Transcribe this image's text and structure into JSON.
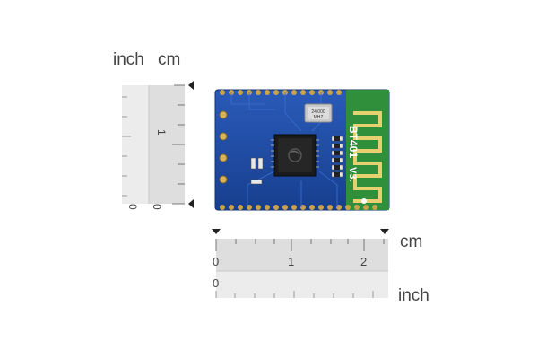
{
  "vertical_ruler": {
    "inch_label": "inch",
    "cm_label": "cm",
    "cm_one": "1",
    "zero_inch": "0",
    "zero_cm": "0"
  },
  "horizontal_ruler": {
    "cm_label": "cm",
    "inch_label": "inch",
    "cm_ticks": [
      "0",
      "1",
      "2"
    ],
    "inch_zero": "0"
  },
  "module": {
    "silkscreen_model": "BT401",
    "silkscreen_version": "V3.",
    "crystal_text_1": "24.000",
    "crystal_text_2": "MHZ",
    "pcb_color": "#1f4fa8",
    "antenna_color": "#2f8f3b"
  }
}
